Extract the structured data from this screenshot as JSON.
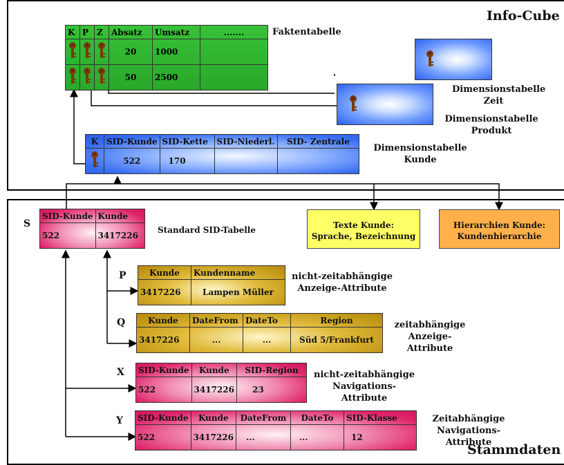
{
  "infocube": {
    "title": "Info-Cube",
    "fact_table": {
      "label": "Faktentabelle",
      "headers": [
        "K",
        "P",
        "Z",
        "Absatz",
        "Umsatz",
        "......."
      ],
      "rows": [
        [
          "",
          "",
          "",
          "20",
          "1000",
          ""
        ],
        [
          "",
          "",
          "",
          "50",
          "2500",
          ""
        ]
      ]
    },
    "dim_zeit_label": "Dimensionstabelle Zeit",
    "dim_produkt_label": "Dimensionstabelle Produkt",
    "dim_kunde": {
      "label": "Dimensionstabelle Kunde",
      "headers": [
        "K",
        "SID-Kunde",
        "SID-Kette",
        "SID-Niederl.",
        "SID- Zentrale"
      ],
      "row": [
        "",
        "522",
        "170",
        "",
        ""
      ]
    }
  },
  "stammdaten": {
    "title": "Stammdaten",
    "s": {
      "letter": "S",
      "label": "Standard SID-Tabelle",
      "headers": [
        "SID-Kunde",
        "Kunde"
      ],
      "row": [
        "522",
        "3417226"
      ]
    },
    "texte_box": {
      "line1": "Texte Kunde:",
      "line2": "Sprache, Bezeichnung"
    },
    "hier_box": {
      "line1": "Hierarchien Kunde:",
      "line2": "Kundenhierarchie"
    },
    "p": {
      "letter": "P",
      "label_line1": "nicht-zeitabhängige",
      "label_line2": "Anzeige-Attribute",
      "headers": [
        "Kunde",
        "Kundenname"
      ],
      "row": [
        "3417226",
        "Lampen Müller"
      ]
    },
    "q": {
      "letter": "Q",
      "label_line1": "zeitabhängige",
      "label_line2": "Anzeige-Attribute",
      "headers": [
        "Kunde",
        "DateFrom",
        "DateTo",
        "Region"
      ],
      "row": [
        "3417226",
        "...",
        "...",
        "Süd 5/Frankfurt"
      ]
    },
    "x": {
      "letter": "X",
      "label_line1": "nicht-zeitabhängige",
      "label_line2": "Navigations-Attribute",
      "headers": [
        "SID-Kunde",
        "Kunde",
        "SID-Region"
      ],
      "row": [
        "522",
        "3417226",
        "23"
      ]
    },
    "y": {
      "letter": "Y",
      "label_line1": "Zeitabhängige",
      "label_line2": "Navigations-Attribute",
      "headers": [
        "SID-Kunde",
        "Kunde",
        "DateFrom",
        "DateTo",
        "SID-Klasse"
      ],
      "row": [
        "522",
        "3417226",
        "...",
        "...",
        "12"
      ]
    }
  },
  "colors": {
    "fact": "#2aa82a",
    "dimension": "#2f62ee",
    "sid": "#e0246a",
    "attribute": "#c49a1a",
    "texte": "#ffff66",
    "hierarchie": "#ffb04a",
    "key": "#7a3a10"
  }
}
